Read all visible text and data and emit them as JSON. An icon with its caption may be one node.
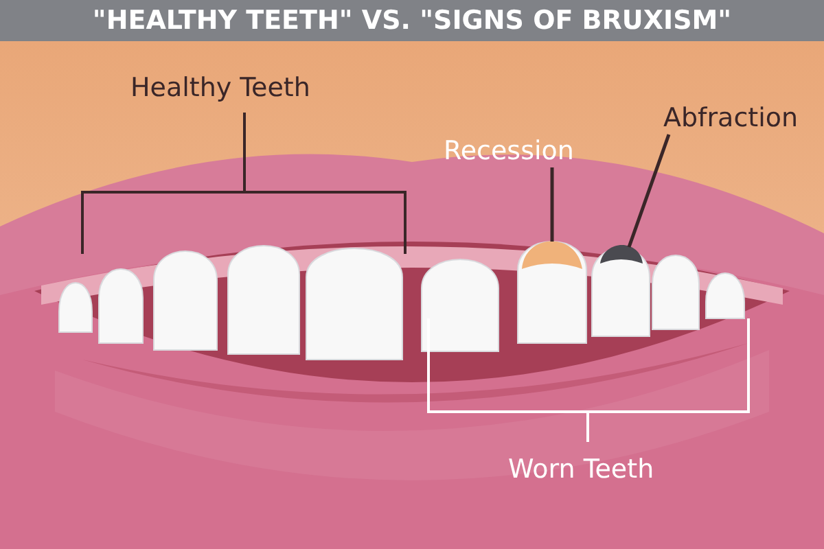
{
  "diagram": {
    "title": "\"HEALTHY TEETH\" VS. \"SIGNS OF BRUXISM\"",
    "nodes": [
      {
        "text": [
          "Recession"
        ]
      },
      {
        "text": [],
        "shape": "picture"
      },
      {
        "text": [
          "Abfraction"
        ]
      },
      {
        "text": [],
        "shape": "picture"
      }
    ],
    "edges": [
      {
        "from": 0,
        "to": 1,
        "arrow": "none"
      },
      {
        "from": 2,
        "to": 3,
        "arrow": "none"
      }
    ],
    "labels": [
      "Healthy Teeth",
      "Worn Teeth"
    ]
  }
}
